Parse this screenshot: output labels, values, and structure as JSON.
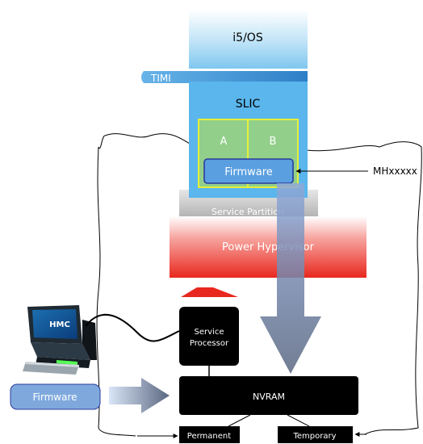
{
  "diagram": {
    "os_label": "i5/OS",
    "timi_label": "TIMI",
    "slic_label": "SLIC",
    "side_a_label": "A",
    "side_b_label": "B",
    "firmware_inner_label": "Firmware",
    "mhxxxxx_label": "MHxxxxx",
    "service_partition_label": "Service Partition",
    "hypervisor_label": "Power Hypervisor",
    "service_processor_line1": "Service",
    "service_processor_line2": "Processor",
    "hmc_label": "HMC",
    "firmware_input_label": "Firmware",
    "nvram_label": "NVRAM",
    "permanent_label": "Permanent",
    "temporary_label": "Temporary"
  },
  "colors": {
    "os_blue": "#6ec1f0",
    "timi_blue": "#3b8fd4",
    "slic_blue": "#5ab6ec",
    "green_box": "#92cf8a",
    "yellow_border": "#e6ef3a",
    "firmware_fill": "#5a9fe0",
    "firmware_border": "#2b3a9c",
    "service_partition_gray": "#b3b3b3",
    "hypervisor_red": "#e8281e",
    "hardware_black": "#000000",
    "hmc_teal": "#2a9f9f",
    "firmware_input_blue": "#7fa9dd"
  }
}
